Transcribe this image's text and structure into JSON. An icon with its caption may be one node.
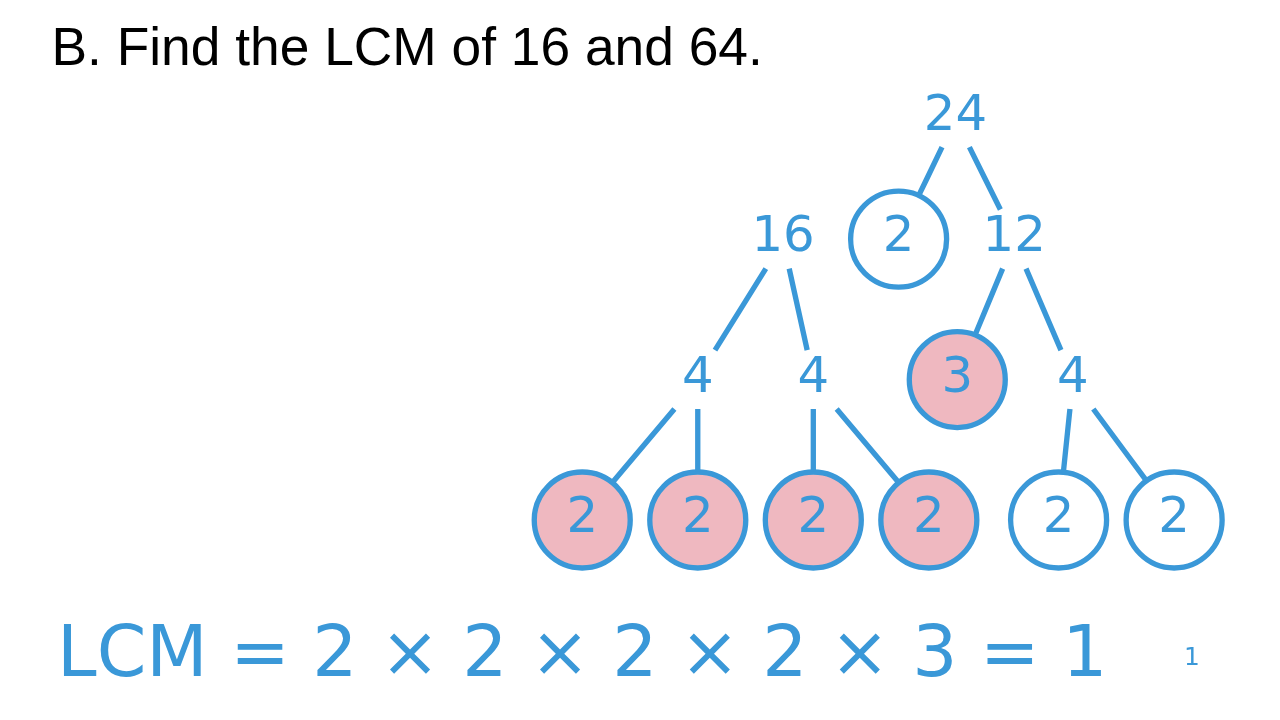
{
  "diagram": {
    "title": "B. Find the LCM of 16 and 64.",
    "nodes": [
      {
        "text": [
          "16"
        ]
      },
      {
        "text": [
          "4"
        ]
      },
      {
        "text": [
          "4"
        ]
      },
      {
        "text": [
          "2"
        ]
      },
      {
        "text": [
          "2"
        ]
      },
      {
        "text": [
          "2"
        ]
      },
      {
        "text": [
          "2"
        ]
      },
      {
        "text": [
          "24"
        ]
      },
      {
        "text": [
          "2"
        ]
      },
      {
        "text": [
          "12"
        ]
      },
      {
        "text": [
          "3"
        ]
      },
      {
        "text": [
          "4"
        ]
      },
      {
        "text": [
          "2"
        ]
      },
      {
        "text": [
          "2"
        ]
      }
    ],
    "edges": [
      {
        "from": 0,
        "to": 1,
        "arrow": "none"
      },
      {
        "from": 0,
        "to": 2,
        "arrow": "none"
      },
      {
        "from": 1,
        "to": 3,
        "arrow": "none"
      },
      {
        "from": 1,
        "to": 4,
        "arrow": "none"
      },
      {
        "from": 2,
        "to": 5,
        "arrow": "none"
      },
      {
        "from": 2,
        "to": 6,
        "arrow": "none"
      },
      {
        "from": 7,
        "to": 8,
        "arrow": "none"
      },
      {
        "from": 7,
        "to": 9,
        "arrow": "none"
      },
      {
        "from": 9,
        "to": 10,
        "arrow": "none"
      },
      {
        "from": 9,
        "to": 11,
        "arrow": "none"
      },
      {
        "from": 11,
        "to": 12,
        "arrow": "none"
      },
      {
        "from": 11,
        "to": 13,
        "arrow": "none"
      }
    ],
    "labels": [
      "LCM = 2 × 2 × 2 × 2 × 3 = 1",
      "1"
    ]
  }
}
